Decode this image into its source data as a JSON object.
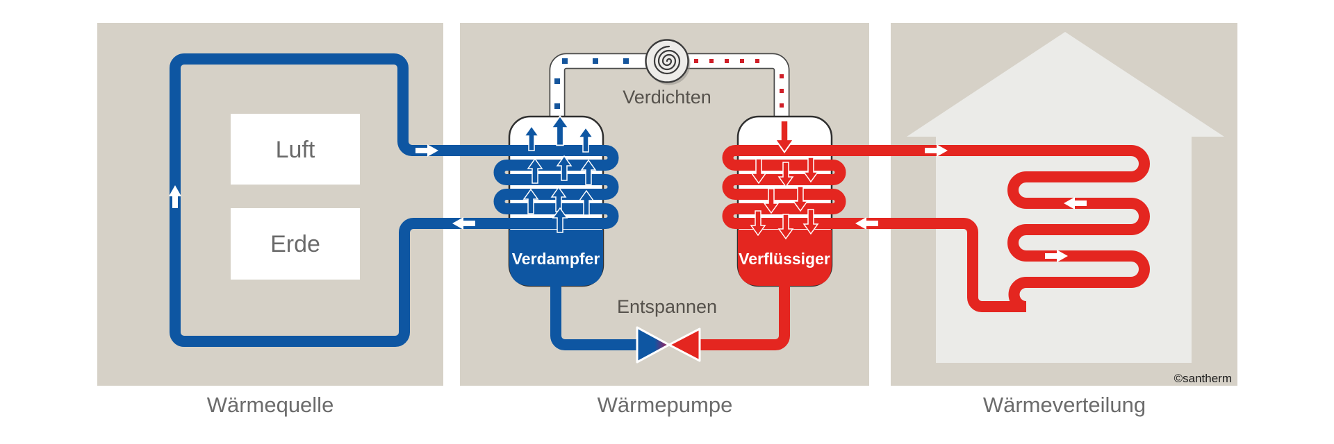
{
  "panels": {
    "source": {
      "caption": "Wärmequelle",
      "boxes": [
        {
          "label": "Luft"
        },
        {
          "label": "Erde"
        }
      ]
    },
    "pump": {
      "caption": "Wärmepumpe",
      "process_top": "Verdichten",
      "process_bottom": "Entspannen",
      "evaporator_label": "Verdampfer",
      "condenser_label": "Verflüssiger"
    },
    "distribution": {
      "caption": "Wärmeverteilung",
      "watermark": "©santherm"
    }
  },
  "colors": {
    "cold_blue": "#0e56a2",
    "hot_red": "#e42620",
    "panel_beige": "#d6d1c7",
    "house_gray": "#ebebe8",
    "caption_gray": "#6b6b6b"
  }
}
